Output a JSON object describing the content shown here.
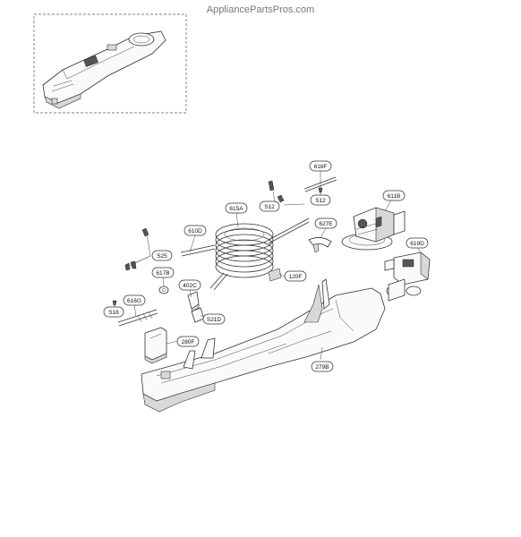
{
  "watermark": "AppliancePartsPros.com",
  "callouts": {
    "c616F": "616F",
    "c612a": "S12",
    "c612b": "S12",
    "c611B": "611B",
    "c615A": "615A",
    "c610D": "610D",
    "c627E": "627E",
    "c619D": "619D",
    "c625": "S25",
    "c617B": "617B",
    "c402C": "402C",
    "c120F": "120F",
    "c618": "S18",
    "c616G": "616G",
    "c621D": "S21D",
    "c280F": "280F",
    "c279B": "279B"
  }
}
